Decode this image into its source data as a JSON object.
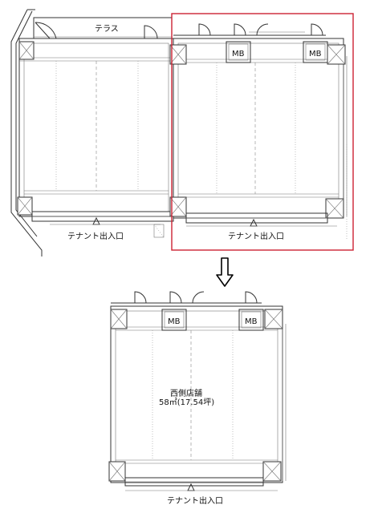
{
  "labels": {
    "terrace": "テラス",
    "tenant_entrance": "テナント出入口",
    "mb": "MB",
    "shop_name": "西側店舗",
    "shop_area": "58㎡(17.54坪)"
  },
  "colors": {
    "highlight": "#cc2233",
    "line": "#333333",
    "arrow": "#000000"
  },
  "icons": {
    "arrow": "down-arrow-icon",
    "entrance_marker": "triangle-up-icon"
  }
}
